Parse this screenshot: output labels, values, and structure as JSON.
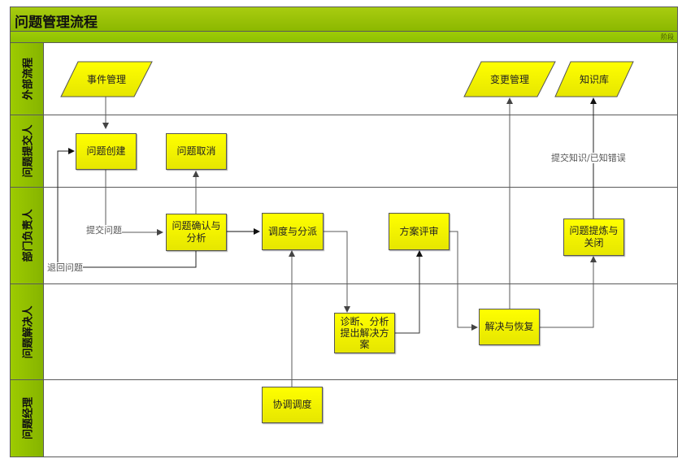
{
  "title": "问题管理流程",
  "phase_label": "阶段",
  "lanes": [
    {
      "label": "外部流程"
    },
    {
      "label": "问题提交人"
    },
    {
      "label": "部门负责人"
    },
    {
      "label": "问题解决人"
    },
    {
      "label": "问题经理"
    }
  ],
  "nodes": {
    "incident_mgmt": {
      "label": "事件管理",
      "shape": "parallelogram",
      "lane": "外部流程"
    },
    "change_mgmt": {
      "label": "变更管理",
      "shape": "parallelogram",
      "lane": "外部流程"
    },
    "knowledge_base": {
      "label": "知识库",
      "shape": "parallelogram",
      "lane": "外部流程"
    },
    "problem_create": {
      "label": "问题创建",
      "shape": "process",
      "lane": "问题提交人"
    },
    "problem_cancel": {
      "label": "问题取消",
      "shape": "process",
      "lane": "问题提交人"
    },
    "problem_confirm": {
      "label": "问题确认与分析",
      "shape": "process",
      "lane": "部门负责人"
    },
    "dispatch": {
      "label": "调度与分派",
      "shape": "process",
      "lane": "部门负责人"
    },
    "solution_review": {
      "label": "方案评审",
      "shape": "process",
      "lane": "部门负责人"
    },
    "refine_close": {
      "label": "问题提炼与关闭",
      "shape": "process",
      "lane": "部门负责人"
    },
    "diagnose": {
      "label": "诊断、分析提出解决方案",
      "shape": "process",
      "lane": "问题解决人"
    },
    "resolve_recover": {
      "label": "解决与恢复",
      "shape": "process",
      "lane": "问题解决人"
    },
    "coordinate": {
      "label": "协调调度",
      "shape": "process",
      "lane": "问题经理"
    }
  },
  "edges": [
    {
      "from": "事件管理",
      "to": "问题创建",
      "label": ""
    },
    {
      "from": "问题创建",
      "to": "问题确认与分析",
      "label": "提交问题"
    },
    {
      "from": "问题确认与分析",
      "to": "问题创建",
      "label": "退回问题"
    },
    {
      "from": "问题确认与分析",
      "to": "问题取消",
      "label": ""
    },
    {
      "from": "问题确认与分析",
      "to": "调度与分派",
      "label": ""
    },
    {
      "from": "调度与分派",
      "to": "诊断、分析提出解决方案",
      "label": ""
    },
    {
      "from": "协调调度",
      "to": "调度与分派",
      "label": ""
    },
    {
      "from": "诊断、分析提出解决方案",
      "to": "方案评审",
      "label": ""
    },
    {
      "from": "方案评审",
      "to": "解决与恢复",
      "label": ""
    },
    {
      "from": "解决与恢复",
      "to": "变更管理",
      "label": ""
    },
    {
      "from": "解决与恢复",
      "to": "问题提炼与关闭",
      "label": ""
    },
    {
      "from": "问题提炼与关闭",
      "to": "知识库",
      "label": "提交知识/已知错误"
    }
  ],
  "edge_labels": {
    "submit": "提交问题",
    "return": "退回问题",
    "knowledge": "提交知识/已知错误"
  },
  "node_text": {
    "problem_confirm_l1": "问题确认与",
    "problem_confirm_l2": "分析",
    "diagnose_l1": "诊断、分析",
    "diagnose_l2": "提出解决方",
    "diagnose_l3": "案",
    "refine_close_l1": "问题提炼与",
    "refine_close_l2": "关闭"
  },
  "colors": {
    "header_green": "#8cb800",
    "node_fill": "#ffff00",
    "line": "#5a5a5a"
  }
}
